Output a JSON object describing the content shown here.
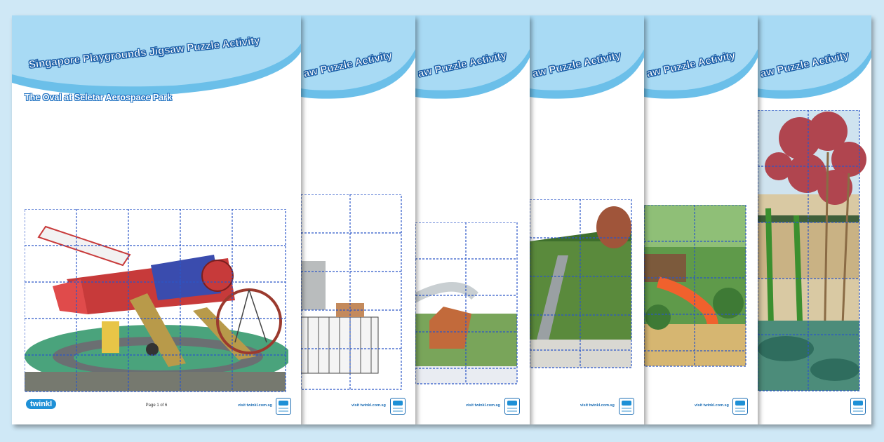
{
  "background_color": "#cfe8f6",
  "accent_color": "#1e90d6",
  "pages": [
    {
      "banner_title": "Singapore Playgrounds Jigsaw Puzzle Activity",
      "subtitle": "The Oval at Seletar Aerospace Park",
      "logo": "twinkl",
      "page_label": "Page 1 of 6",
      "url": "visit twinkl.com.sg"
    },
    {
      "banner_title": "aw Puzzle Activity",
      "url": "visit twinkl.com.sg"
    },
    {
      "banner_title": "aw Puzzle Activity",
      "url": "visit twinkl.com.sg"
    },
    {
      "banner_title": "aw Puzzle Activity",
      "url": "visit twinkl.com.sg"
    },
    {
      "banner_title": "aw Puzzle Activity",
      "url": "visit twinkl.com.sg"
    },
    {
      "banner_title": "aw Puzzle Activity",
      "url": ""
    }
  ],
  "icons": {
    "badge": "quality-badge-icon",
    "airplane": "airplane-playground-illustration"
  }
}
